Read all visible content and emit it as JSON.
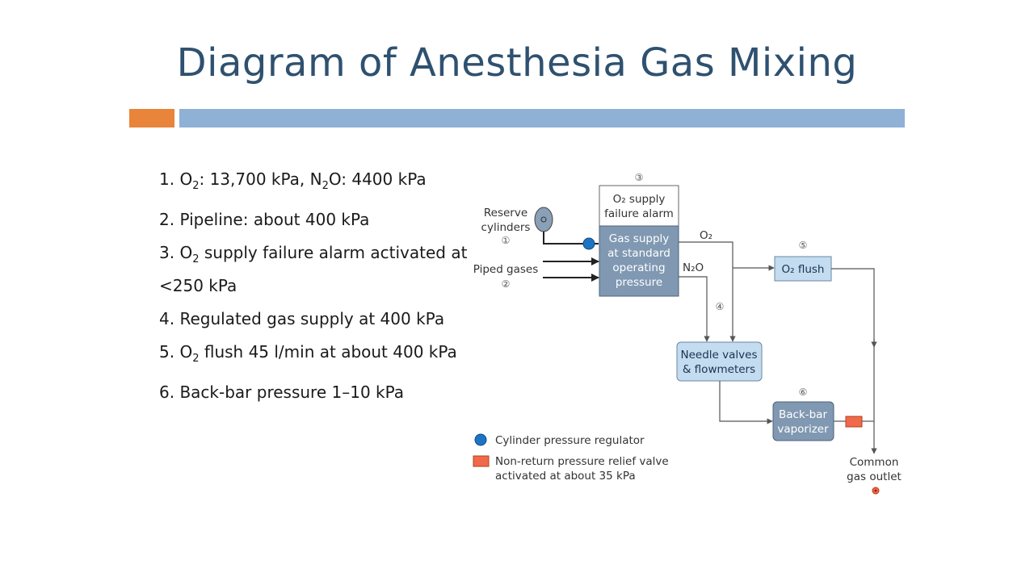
{
  "title": "Diagram of Anesthesia Gas Mixing",
  "points": [
    {
      "n": "1.",
      "segments": [
        {
          "t": "O"
        },
        {
          "sub": "2"
        },
        {
          "t": ": 13,700 kPa, N"
        },
        {
          "sub": "2"
        },
        {
          "t": "O: 4400 kPa"
        }
      ]
    },
    {
      "n": "2.",
      "segments": [
        {
          "t": "Pipeline: about 400 kPa"
        }
      ]
    },
    {
      "n": "3.",
      "segments": [
        {
          "t": "O"
        },
        {
          "sub": "2"
        },
        {
          "t": " supply failure alarm activated at <250 kPa"
        }
      ]
    },
    {
      "n": "4.",
      "segments": [
        {
          "t": "Regulated gas supply at 400 kPa"
        }
      ]
    },
    {
      "n": "5.",
      "segments": [
        {
          "t": "O"
        },
        {
          "sub": "2"
        },
        {
          "t": " flush 45 l/min at about 400 kPa"
        }
      ]
    },
    {
      "n": "6.",
      "segments": [
        {
          "t": "Back-bar pressure 1–10 kPa"
        }
      ]
    }
  ],
  "diagram": {
    "markers": [
      "③",
      "①",
      "②",
      "④",
      "⑤",
      "⑥"
    ],
    "reserve_label": [
      "Reserve",
      "cylinders"
    ],
    "piped_label": "Piped gases",
    "alarm_label": [
      "O₂ supply",
      "failure alarm"
    ],
    "supply_label": [
      "Gas supply",
      "at standard",
      "operating",
      "pressure"
    ],
    "o2_label": "O₂",
    "n2o_label": "N₂O",
    "flush_label": "O₂ flush",
    "needle_label": [
      "Needle valves",
      "& flowmeters"
    ],
    "backbar_label": [
      "Back-bar",
      "vaporizer"
    ],
    "outlet_label": [
      "Common",
      "gas outlet"
    ],
    "legend": {
      "regulator": "Cylinder pressure regulator",
      "valve": [
        "Non-return pressure relief valve",
        "activated at about 35 kPa"
      ]
    },
    "colors": {
      "dark_box": "#8098b2",
      "light_box": "#c4dcf0",
      "regulator": "#1e74c3",
      "valve": "#f0694a",
      "cylinder": "#8a9fb8"
    }
  }
}
